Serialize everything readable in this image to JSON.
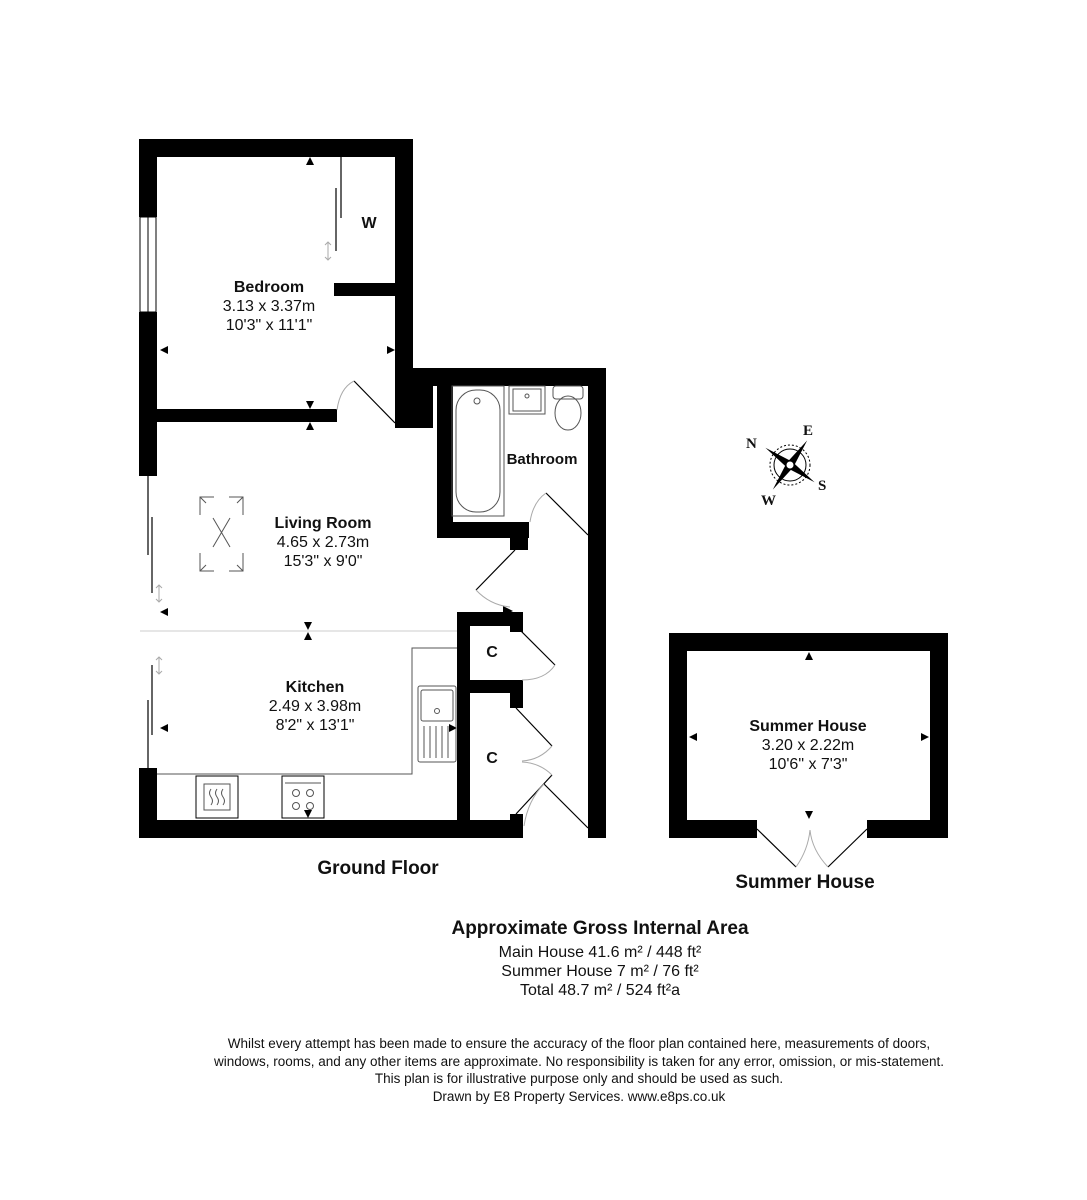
{
  "floor_plan": {
    "ground_floor": {
      "caption": "Ground Floor",
      "rooms": {
        "bedroom": {
          "name": "Bedroom",
          "metric": "3.13 x 3.37m",
          "imperial": "10'3\" x 11'1\""
        },
        "living_room": {
          "name": "Living Room",
          "metric": "4.65 x 2.73m",
          "imperial": "15'3\" x 9'0\""
        },
        "kitchen": {
          "name": "Kitchen",
          "metric": "2.49 x 3.98m",
          "imperial": "8'2\" x 13'1\""
        },
        "bathroom": {
          "name": "Bathroom"
        },
        "wardrobe": {
          "name": "W"
        },
        "cupboard_1": {
          "name": "C"
        },
        "cupboard_2": {
          "name": "C"
        }
      }
    },
    "summer_house": {
      "caption": "Summer House",
      "room": {
        "name": "Summer House",
        "metric": "3.20 x 2.22m",
        "imperial": "10'6\" x 7'3\""
      }
    },
    "compass": {
      "n": "N",
      "e": "E",
      "s": "S",
      "w": "W"
    }
  },
  "area": {
    "title": "Approximate Gross Internal Area",
    "main_house": "Main House 41.6 m² / 448 ft²",
    "summer_house": "Summer House 7 m² / 76 ft²",
    "total": "Total 48.7 m² / 524 ft²a"
  },
  "disclaimer": {
    "line1": "Whilst every attempt has been made to ensure the accuracy of the floor plan contained here, measurements of doors,",
    "line2": "windows, rooms, and any other items are approximate. No responsibility is taken for any error, omission, or mis-statement.",
    "line3": "This plan is for illustrative purpose only and should be used as such.",
    "line4": "Drawn by E8 Property Services. www.e8ps.co.uk"
  },
  "colors": {
    "wall": "#000000",
    "background": "#ffffff",
    "fixture_line": "#555555",
    "arc": "#aaaaaa"
  }
}
